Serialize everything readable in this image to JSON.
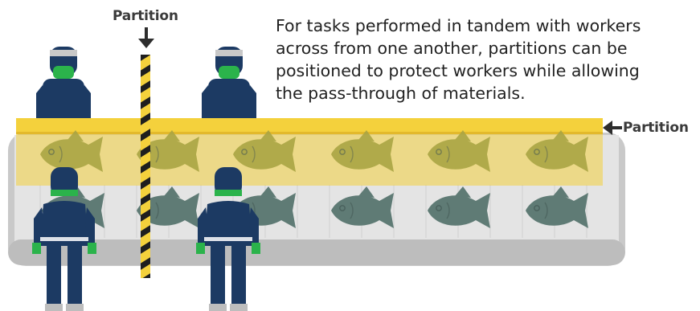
{
  "labels": {
    "top_partition": "Partition",
    "side_partition": "Partition"
  },
  "caption_lines": [
    "For tasks performed in tandem with workers",
    "across from one another, partitions can be",
    "positioned to protect workers while allowing",
    "the pass-through of materials."
  ],
  "colors": {
    "belt": "#dcdcdc",
    "belt_edge": "#b9b9b9",
    "partition_yellow": "#f4d13c",
    "shield_tint": "#e9c23a",
    "fish_on_belt": "#5e7a74",
    "fish_behind_shield": "#a9a642",
    "worker_navy": "#1c3a63",
    "mask_green": "#2bb34b",
    "arrow": "#2d2d2d"
  },
  "icons": [
    "worker-icon",
    "fish-icon",
    "arrow-down-icon",
    "arrow-left-icon"
  ]
}
